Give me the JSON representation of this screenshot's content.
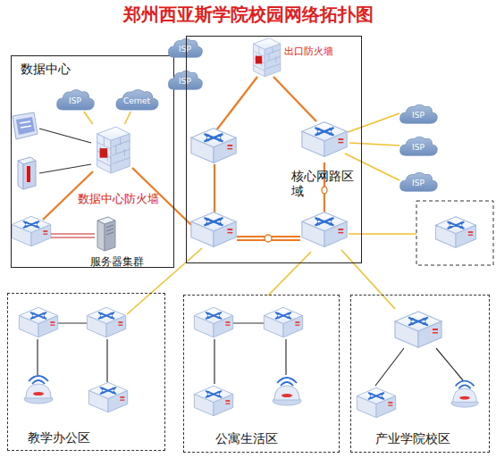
{
  "diagram": {
    "title": "郑州西亚斯学院校园网络拓扑图",
    "nodes": [
      {
        "text": [
          "数据中心"
        ]
      },
      {
        "text": [
          "ISP"
        ],
        "in": 0
      },
      {
        "text": [
          "Cernet"
        ],
        "in": 0
      },
      {
        "text": [
          "数据中心防火墙"
        ],
        "in": 0
      },
      {
        "text": [
          "服务器集群"
        ],
        "in": 0
      },
      {
        "text": [
          "ISP"
        ]
      },
      {
        "text": [
          "ISP"
        ]
      },
      {
        "text": [
          "核心网路区域"
        ]
      },
      {
        "text": [
          "出口防火墙"
        ],
        "in": 7
      },
      {
        "text": [
          "ISP"
        ]
      },
      {
        "text": [
          "ISP"
        ]
      },
      {
        "text": [
          "ISP"
        ]
      },
      {
        "text": [
          "教学办公区"
        ]
      },
      {
        "text": [
          "公寓生活区"
        ]
      },
      {
        "text": [
          "产业学院校区"
        ]
      }
    ],
    "edges": [
      {
        "from": 1,
        "to": 3,
        "arrow": "none"
      },
      {
        "from": 2,
        "to": 3,
        "arrow": "none"
      }
    ]
  }
}
